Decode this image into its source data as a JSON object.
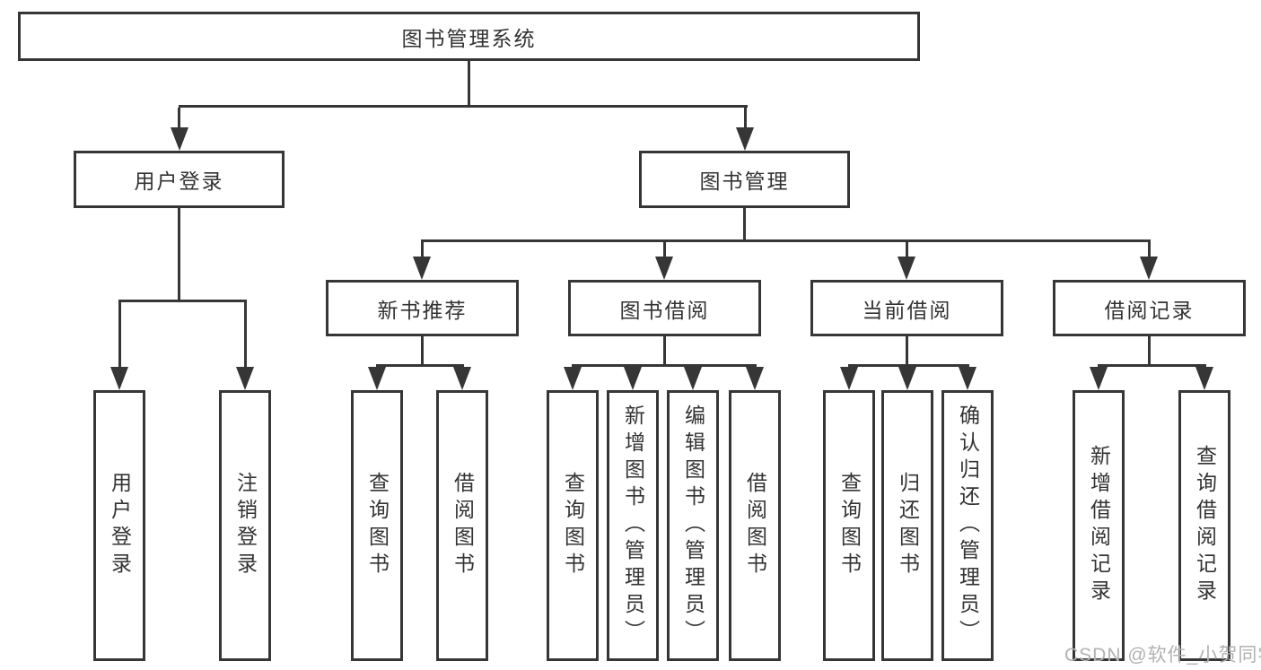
{
  "diagram": {
    "root": {
      "label": "图书管理系统"
    },
    "level2": [
      {
        "label": "用户登录"
      },
      {
        "label": "图书管理"
      }
    ],
    "level3": [
      {
        "label": "新书推荐"
      },
      {
        "label": "图书借阅"
      },
      {
        "label": "当前借阅"
      },
      {
        "label": "借阅记录"
      }
    ],
    "leaves": {
      "user_login": [
        "用户登录",
        "注销登录"
      ],
      "new_books": [
        "查询图书",
        "借阅图书"
      ],
      "book_borrow": [
        "查询图书",
        "新增图书（管理员）",
        "编辑图书（管理员）",
        "借阅图书"
      ],
      "current_borrow": [
        "查询图书",
        "归还图书",
        "确认归还（管理员）"
      ],
      "borrow_records": [
        "新增借阅记录",
        "查询借阅记录"
      ]
    }
  },
  "watermark": {
    "text": "CSDN @软件_小贺同学"
  },
  "colors": {
    "line": "#363636",
    "text": "#333333",
    "watermark": "#b3b1b1",
    "background": "#ffffff"
  }
}
